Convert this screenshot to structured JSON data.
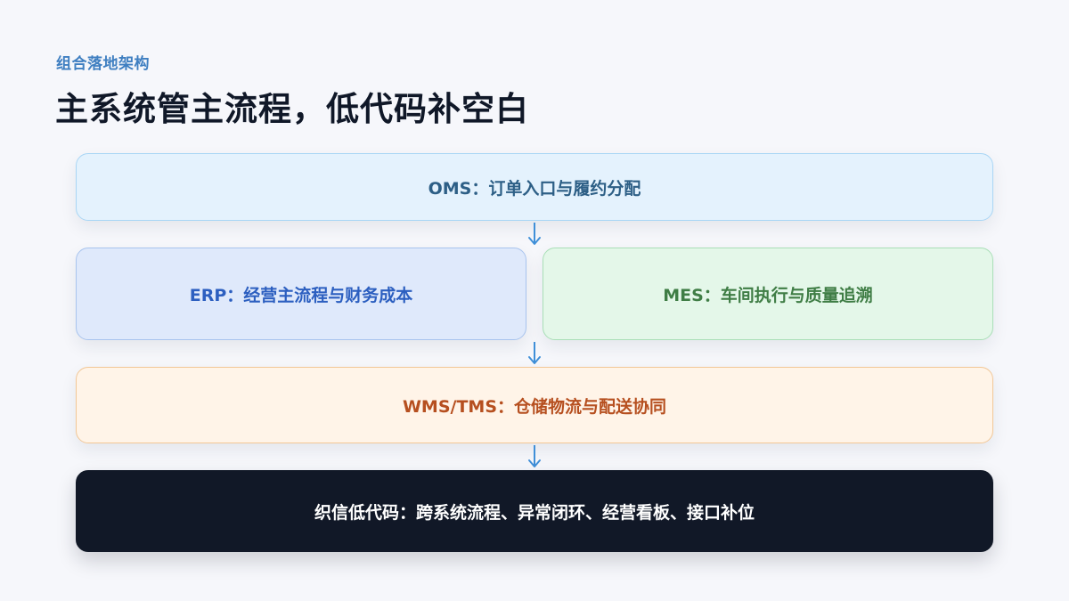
{
  "header": {
    "kicker": "组合落地架构",
    "title": "主系统管主流程，低代码补空白"
  },
  "nodes": {
    "oms": "OMS：订单入口与履约分配",
    "erp": "ERP：经营主流程与财务成本",
    "mes": "MES：车间执行与质量追溯",
    "wms_tms": "WMS/TMS：仓储物流与配送协同",
    "lowcode": "织信低代码：跨系统流程、异常闭环、经营看板、接口补位"
  },
  "colors": {
    "arrow": "#3f8fd8",
    "oms_text": "#2d5f86",
    "erp_text": "#2c5fc0",
    "mes_text": "#3f7d45",
    "wms_text": "#b64f1f",
    "lowcode_bg": "#111827"
  },
  "icons": {
    "arrows": [
      "arrow-down-icon",
      "arrow-down-icon",
      "arrow-down-icon"
    ]
  }
}
